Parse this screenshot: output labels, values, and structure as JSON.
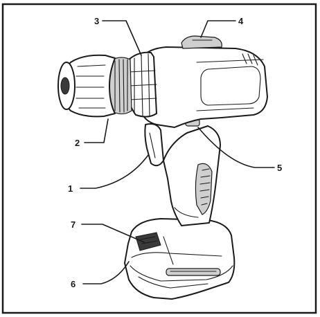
{
  "figure": {
    "callouts": [
      {
        "id": "1",
        "label": "1"
      },
      {
        "id": "2",
        "label": "2"
      },
      {
        "id": "3",
        "label": "3"
      },
      {
        "id": "4",
        "label": "4"
      },
      {
        "id": "5",
        "label": "5"
      },
      {
        "id": "6",
        "label": "6"
      },
      {
        "id": "7",
        "label": "7"
      }
    ]
  }
}
